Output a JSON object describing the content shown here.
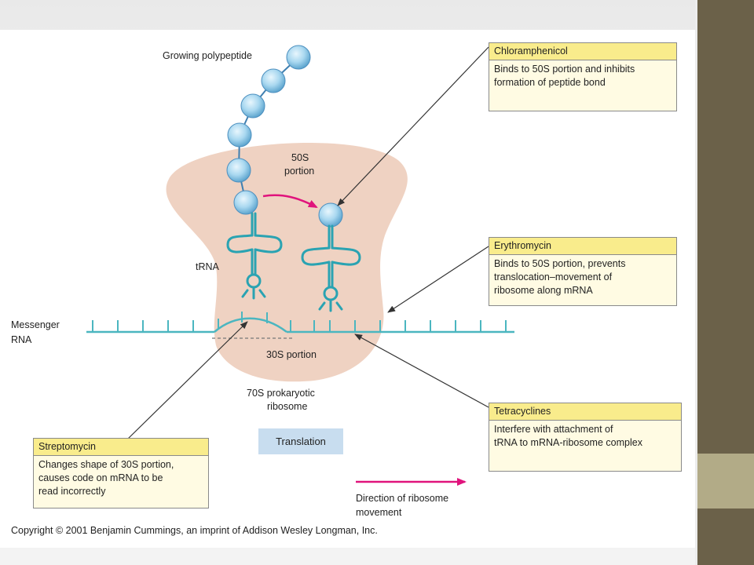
{
  "labels": {
    "growing_polypeptide": "Growing polypeptide",
    "portion_50s_line1": "50S",
    "portion_50s_line2": "portion",
    "trna": "tRNA",
    "messenger_line1": "Messenger",
    "messenger_line2": "RNA",
    "portion_30s": "30S portion",
    "ribosome_line1": "70S prokaryotic",
    "ribosome_line2": "ribosome",
    "translation": "Translation",
    "direction_line1": "Direction of ribosome",
    "direction_line2": "movement",
    "copyright": "Copyright © 2001 Benjamin Cummings, an imprint of Addison Wesley Longman, Inc."
  },
  "boxes": {
    "chloramphenicol": {
      "title": "Chloramphenicol",
      "lines": [
        "Binds to 50S portion and inhibits",
        "formation of peptide bond"
      ]
    },
    "erythromycin": {
      "title": "Erythromycin",
      "lines": [
        "Binds to 50S portion, prevents",
        "translocation–movement of",
        "ribosome along mRNA"
      ]
    },
    "tetracyclines": {
      "title": "Tetracyclines",
      "lines": [
        "Interfere with attachment of",
        "tRNA to mRNA-ribosome complex"
      ]
    },
    "streptomycin": {
      "title": "Streptomycin",
      "lines": [
        "Changes shape of 30S portion,",
        "causes code on mRNA to be",
        "read incorrectly"
      ]
    }
  },
  "colors": {
    "ribosome": "#efd2c2",
    "bead": "#9fcfea",
    "mrna": "#4bb6c0",
    "arrow": "#e0137c",
    "box_head": "#f9ec8c",
    "box_body": "#fffbe3",
    "sidebar_dark": "#6b6149",
    "sidebar_light": "#b2ab87"
  }
}
